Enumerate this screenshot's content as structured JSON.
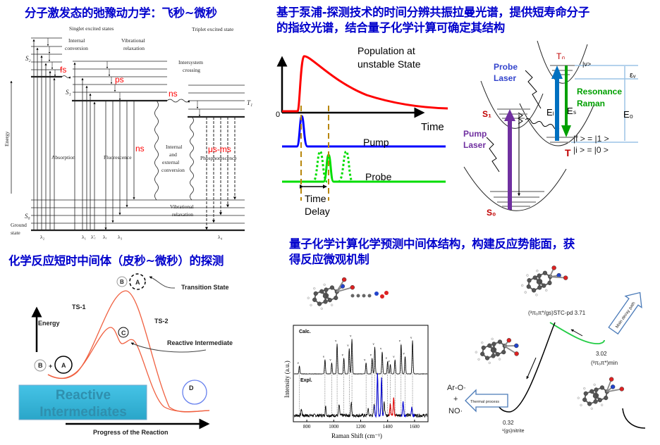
{
  "titles": {
    "top_left": "分子激发态的弛豫动力学：飞秒~微秒",
    "top_right_line1": "基于泵浦-探测技术的时间分辨共振拉曼光谱，提供短寿命分子",
    "top_right_line2": "的指纹光谱，结合量子化学计算可确定其结构",
    "bottom_left": "化学反应短时中间体（皮秒~微秒）的探测",
    "bottom_right_line1": "量子化学计算化学预测中间体结构，构建反应势能面，获",
    "bottom_right_line2": "得反应微观机制"
  },
  "jablonski": {
    "singlet": "Singlet excited states",
    "triplet": "Triplet excited state",
    "internal_conversion": [
      "Internal",
      "conversion"
    ],
    "vibrational_relaxation_top": [
      "Vibrational",
      "relaxation"
    ],
    "intersystem_crossing": [
      "Intersystem",
      "crossing"
    ],
    "s2": "S₂",
    "s1": "S₁",
    "t1": "T₁",
    "s0": "S₀",
    "energy": "Energy",
    "absorption": "Absorption",
    "fluorescence": "Fluorescence",
    "conversion": [
      "Internal",
      "and",
      "external",
      "conversion"
    ],
    "phosphorescence": "Phosphorescence",
    "vibrational_relaxation_bottom": [
      "Vibrational",
      "relaxation"
    ],
    "ground_state": [
      "Ground",
      "state"
    ],
    "lambdas": [
      "λ₂",
      "λ₁",
      "λ'ᵣ",
      "λᵣ",
      "λ₃",
      "λ₄"
    ],
    "times": {
      "fs": "fs",
      "ps": "ps",
      "ns_isc": "ns",
      "ns_fl": "ns",
      "phos": "μs-ms"
    },
    "time_color": "#ff0000"
  },
  "pump_probe": {
    "population": [
      "Population at",
      "unstable State"
    ],
    "zero": "0",
    "time": "Time",
    "pump": "Pump",
    "probe": "Probe",
    "delay": [
      "Time",
      "Delay"
    ],
    "colors": {
      "population": "#ff0000",
      "pump": "#0000ff",
      "probe": "#00cc00",
      "delay": "#b8860b"
    }
  },
  "energy_levels": {
    "tn": "Tₙ",
    "nu": "|ν>",
    "probe_laser": [
      "Probe",
      "Laser"
    ],
    "resonance_raman": [
      "Resonance",
      "Raman"
    ],
    "el": "Eₗ",
    "es": "Eₛ",
    "e0": "E₀",
    "ev": "εᵥ",
    "s1": "S₁",
    "pump_laser": [
      "Pump",
      "Laser"
    ],
    "t": "T",
    "f_state": "|f > = |1 >",
    "i_state": "|i > = |0 >",
    "s0": "S₀",
    "colors": {
      "pump": "#7030a0",
      "probe": "#0070c0",
      "raman": "#00a000",
      "state": "#c00000"
    }
  },
  "reaction": {
    "transition_state": "Transition State",
    "ts1": "TS-1",
    "ts2": "TS-2",
    "energy": "Energy",
    "reactive_intermediate": "Reactive Intermediate",
    "progress": "Progress of the Reaction",
    "box": [
      "Reactive",
      "Intermediates"
    ],
    "species": {
      "a": "A",
      "b": "B",
      "c": "C",
      "d": "D",
      "plus": "+"
    }
  },
  "raman": {
    "ylabel": "Intensity (a.u.)",
    "xlabel": "Raman Shift (cm⁻¹)",
    "calc": "Calc.",
    "expl": "Expl.",
    "xticks": [
      800,
      1000,
      1200,
      1400,
      1600
    ],
    "xlim": [
      700,
      1700
    ],
    "calc_peaks": [
      [
        745,
        0.25
      ],
      [
        935,
        0.45
      ],
      [
        985,
        0.35
      ],
      [
        1025,
        0.95
      ],
      [
        1075,
        0.5
      ],
      [
        1115,
        0.8
      ],
      [
        1135,
        1.1
      ],
      [
        1240,
        0.35
      ],
      [
        1285,
        0.5
      ],
      [
        1305,
        0.85
      ],
      [
        1360,
        0.7
      ],
      [
        1400,
        0.4
      ],
      [
        1420,
        0.3
      ],
      [
        1455,
        0.45
      ],
      [
        1500,
        0.95
      ],
      [
        1530,
        0.55
      ],
      [
        1585,
        1.05
      ]
    ],
    "expl_peaks": [
      [
        760,
        0.15
      ],
      [
        940,
        0.2
      ],
      [
        1040,
        0.25
      ],
      [
        1130,
        0.3
      ],
      [
        1255,
        0.15
      ],
      [
        1300,
        0.25
      ],
      [
        1325,
        1.0
      ],
      [
        1355,
        0.9
      ],
      [
        1375,
        0.3
      ],
      [
        1420,
        0.3
      ],
      [
        1445,
        0.45
      ],
      [
        1515,
        0.35
      ],
      [
        1580,
        0.2
      ]
    ]
  },
  "pes": {
    "stc": "(³πₒπ*/gs)STC-pd 3.71",
    "min_value": "3.02",
    "min_label": "(³πₒπ*)min",
    "nitrite_value": "0.32",
    "nitrite_label": "¹(gs)nitrite",
    "products": [
      "Ar-O·",
      "+",
      "NO·"
    ],
    "thermal": "Thermal process",
    "main_decay": "Main decay path"
  }
}
